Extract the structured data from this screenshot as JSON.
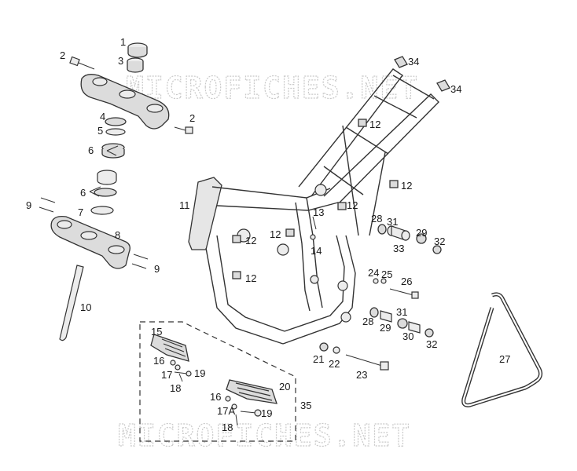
{
  "watermark": {
    "top": "MICROFICHES.NET",
    "bottom": "MICROFICHES.NET"
  },
  "callouts": [
    {
      "id": "c1",
      "text": "1"
    },
    {
      "id": "c2a",
      "text": "2"
    },
    {
      "id": "c3",
      "text": "3"
    },
    {
      "id": "c2b",
      "text": "2"
    },
    {
      "id": "c4",
      "text": "4"
    },
    {
      "id": "c5",
      "text": "5"
    },
    {
      "id": "c6a",
      "text": "6"
    },
    {
      "id": "c6b",
      "text": "6"
    },
    {
      "id": "c7",
      "text": "7"
    },
    {
      "id": "c8",
      "text": "8"
    },
    {
      "id": "c9a",
      "text": "9"
    },
    {
      "id": "c9b",
      "text": "9"
    },
    {
      "id": "c10",
      "text": "10"
    },
    {
      "id": "c11",
      "text": "11"
    },
    {
      "id": "c12a",
      "text": "12"
    },
    {
      "id": "c12b",
      "text": "12"
    },
    {
      "id": "c12c",
      "text": "12"
    },
    {
      "id": "c12d",
      "text": "12"
    },
    {
      "id": "c12e",
      "text": "12"
    },
    {
      "id": "c12f",
      "text": "12"
    },
    {
      "id": "c13",
      "text": "13"
    },
    {
      "id": "c14",
      "text": "14"
    },
    {
      "id": "c15",
      "text": "15"
    },
    {
      "id": "c16a",
      "text": "16"
    },
    {
      "id": "c16b",
      "text": "16"
    },
    {
      "id": "c17",
      "text": "17"
    },
    {
      "id": "c17a",
      "text": "17A"
    },
    {
      "id": "c18a",
      "text": "18"
    },
    {
      "id": "c18b",
      "text": "18"
    },
    {
      "id": "c19a",
      "text": "19"
    },
    {
      "id": "c19b",
      "text": "19"
    },
    {
      "id": "c20",
      "text": "20"
    },
    {
      "id": "c21",
      "text": "21"
    },
    {
      "id": "c22",
      "text": "22"
    },
    {
      "id": "c23",
      "text": "23"
    },
    {
      "id": "c24",
      "text": "24"
    },
    {
      "id": "c25",
      "text": "25"
    },
    {
      "id": "c26",
      "text": "26"
    },
    {
      "id": "c27",
      "text": "27"
    },
    {
      "id": "c28a",
      "text": "28"
    },
    {
      "id": "c28b",
      "text": "28"
    },
    {
      "id": "c29a",
      "text": "29"
    },
    {
      "id": "c29b",
      "text": "29"
    },
    {
      "id": "c30",
      "text": "30"
    },
    {
      "id": "c31a",
      "text": "31"
    },
    {
      "id": "c31b",
      "text": "31"
    },
    {
      "id": "c32a",
      "text": "32"
    },
    {
      "id": "c32b",
      "text": "32"
    },
    {
      "id": "c33",
      "text": "33"
    },
    {
      "id": "c34a",
      "text": "34"
    },
    {
      "id": "c34b",
      "text": "34"
    },
    {
      "id": "c35",
      "text": "35"
    }
  ]
}
